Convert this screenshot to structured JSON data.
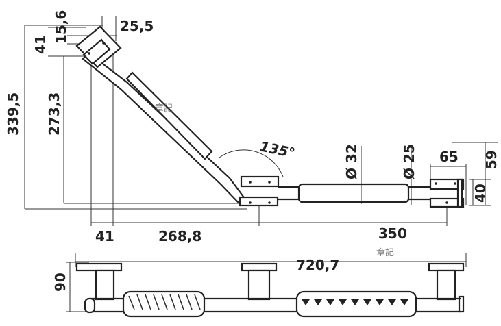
{
  "dimensions": {
    "total_height": "339,5",
    "upper_height": "273,3",
    "flange_height": "41",
    "flange_offset": "15,6",
    "flange_width": "25,5",
    "angle": "135°",
    "dia_32": "Ø 32",
    "dia_25": "Ø 25",
    "end_width": "65",
    "end_height": "59",
    "end_height_inner": "40",
    "left_offset": "41",
    "horizontal_run": "268,8",
    "straight_length": "350",
    "overall_length": "720,7",
    "depth": "90"
  },
  "watermark": "章記"
}
